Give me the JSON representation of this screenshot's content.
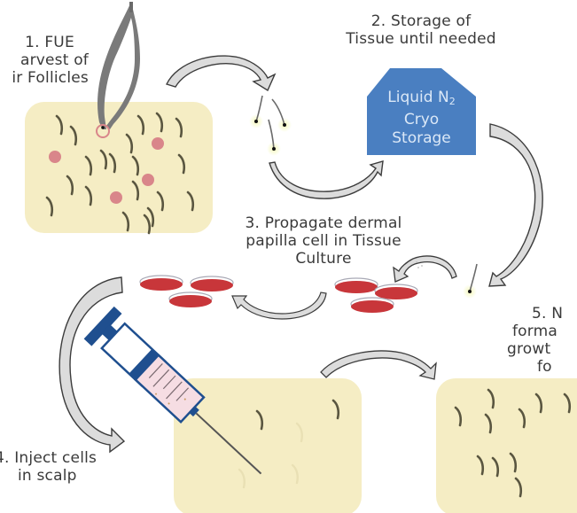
{
  "diagram": {
    "title": "Hair follicle cloning process",
    "steps": [
      {
        "number": "1.",
        "text_lines": [
          "1. FUE",
          "Harvest of",
          "Hair Follicles"
        ],
        "visible_lines": [
          "1. FUE",
          "arvest of",
          "ir Follicles"
        ]
      },
      {
        "number": "2.",
        "text_lines": [
          "2. Storage of",
          "Tissue until needed"
        ]
      },
      {
        "number": "3.",
        "text_lines": [
          "3. Propagate dermal",
          "papilla cell in Tissue",
          "Culture"
        ]
      },
      {
        "number": "4.",
        "text_lines": [
          "4. Inject cells",
          "in scalp"
        ]
      },
      {
        "number": "5.",
        "visible_lines": [
          "5. N",
          "forma",
          "growt",
          "fo"
        ]
      }
    ],
    "cryo_box": {
      "line1_main": "Liquid N",
      "line1_sub": "2",
      "line2": "Cryo",
      "line3": "Storage"
    },
    "icons": [
      "tweezers-icon",
      "scalp-patch",
      "hair-follicle",
      "cryo-storage-box",
      "petri-dish",
      "syringe-icon",
      "curved-arrow"
    ]
  },
  "colors": {
    "scalp": "#f5edc4",
    "hair": "#5a5640",
    "wound": "#d9868a",
    "cryo_box": "#4a7fc1",
    "cryo_text": "#dbe8f7",
    "petri_red": "#c8363a",
    "syringe_blue": "#1f4f8f",
    "syringe_fluid": "#f6dde3",
    "arrow_fill": "#dcdcdc",
    "arrow_stroke": "#3c3c3c",
    "text": "#3a3a3a"
  }
}
